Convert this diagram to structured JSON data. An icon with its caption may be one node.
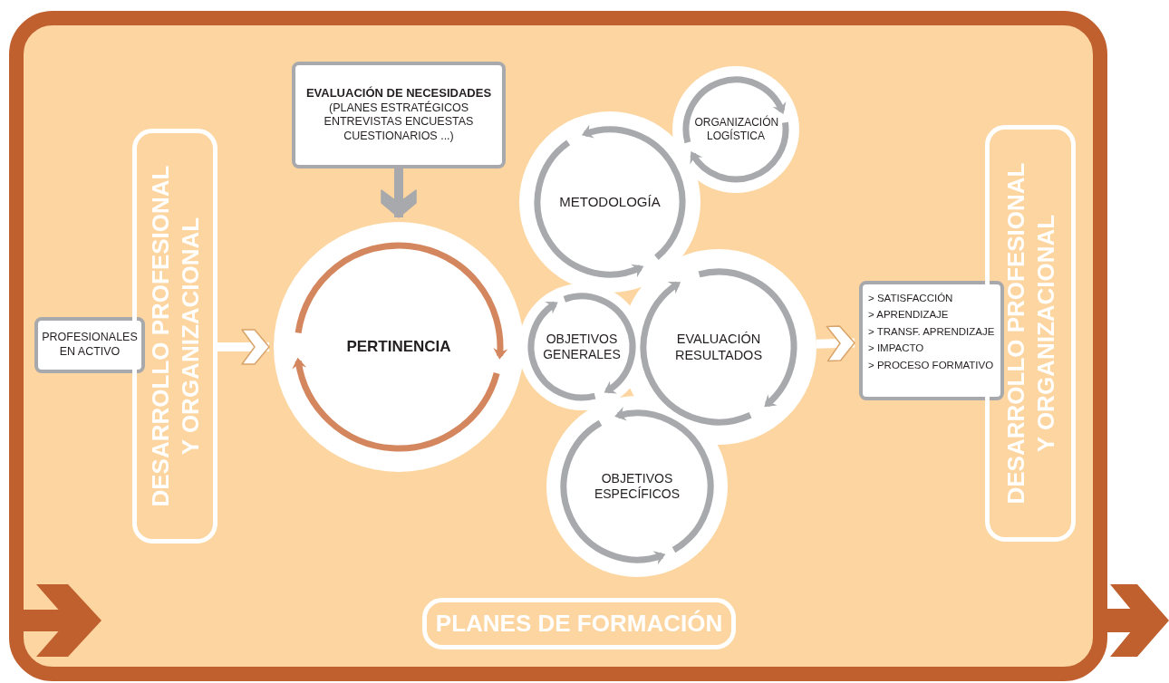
{
  "diagram": {
    "nodes": [
      {
        "text": [
          "PROFESIONALES EN ACTIVO"
        ]
      },
      {
        "text": [
          "DESARROLLO PROFESIONAL Y ORGANIZACIONAL"
        ]
      },
      {
        "text": [
          "EVALUACIÓN DE NECESIDADES",
          "(PLANES ESTRATÉGICOS ENTREVISTAS ENCUESTAS CUESTIONARIOS ...)"
        ]
      },
      {
        "text": [
          "PERTINENCIA"
        ]
      },
      {
        "text": [
          "ORGANIZACIÓN LOGÍSTICA"
        ]
      },
      {
        "text": [
          "METODOLOGÍA"
        ]
      },
      {
        "text": [
          "OBJETIVOS GENERALES"
        ]
      },
      {
        "text": [
          "EVALUACIÓN RESULTADOS"
        ]
      },
      {
        "text": [
          "OBJETIVOS ESPECÍFICOS"
        ]
      },
      {
        "text": [
          "> SATISFACCIÓN",
          "> APRENDIZAJE",
          "> TRANSF. APRENDIZAJE",
          "> IMPACTO",
          "> PROCESO FORMATIVO"
        ]
      },
      {
        "text": [
          "DESARROLLO PROFESIONAL Y ORGANIZACIONAL"
        ]
      },
      {
        "text": [
          "PLANES DE FORMACIÓN"
        ]
      }
    ],
    "edges": [
      {
        "from": 1,
        "to": 3,
        "arrow": "to"
      },
      {
        "from": 2,
        "to": 3,
        "arrow": "to",
        "color": "#a7a9ac"
      },
      {
        "from": 7,
        "to": 9,
        "arrow": "to"
      }
    ]
  }
}
